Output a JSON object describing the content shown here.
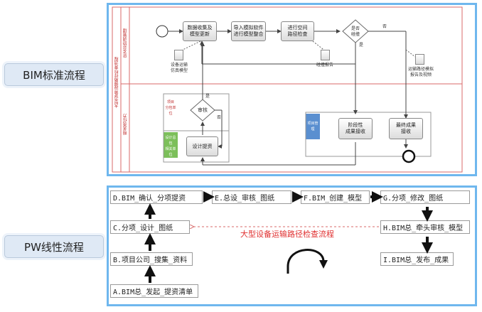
{
  "labels": {
    "bim": "BIM标准流程",
    "pw": "PW线性流程"
  },
  "bim": {
    "outer_lane": "大型设备运输路径检查流程",
    "lane_top": "BIM总协调管理",
    "lane_bottom": "相关责任方",
    "lane_design": "设计总包\n相关单位",
    "lane_sub": "项目\n分包单位",
    "lane_proj": "项目管理",
    "nodes": {
      "collect": "数据收集及\n模型更新",
      "import": "导入模拟软件\n进行模型整合",
      "check": "进行空间\n路径检查",
      "decide": "是否\n碰撞",
      "review": "审核",
      "design": "设计提资",
      "stage": "阶段性\n成果接收",
      "final": "最终成果\n接收"
    },
    "docs": {
      "model": "设备运输\n仿真模型",
      "report": "碰撞报告",
      "sim": "运输路径模拟\n报告及视频"
    },
    "marks": {
      "yes1": "是",
      "no1": "否",
      "yes2": "是",
      "no2": "否"
    }
  },
  "pw": {
    "center_title": "大型设备运输路径检查流程",
    "steps": {
      "a": "A.BIM总_发起_提资清单",
      "b": "B.项目公司_搜集_资料",
      "c": "C.分项_设计_图纸",
      "d": "D.BIM_确认_分项提资",
      "e": "E.总设_审核_图纸",
      "f": "F.BIM_创建_模型",
      "g": "G.分项_修改_图纸",
      "h": "H.BIM总_牵头审核_模型",
      "i": "I.BIM总_发布_成果"
    }
  },
  "colors": {
    "frame": "#6fb7ee",
    "lane": "#d86a6a",
    "accent_red": "#e03030",
    "design_green": "#7cbf5a",
    "sub_blue": "#5a8fd0"
  }
}
